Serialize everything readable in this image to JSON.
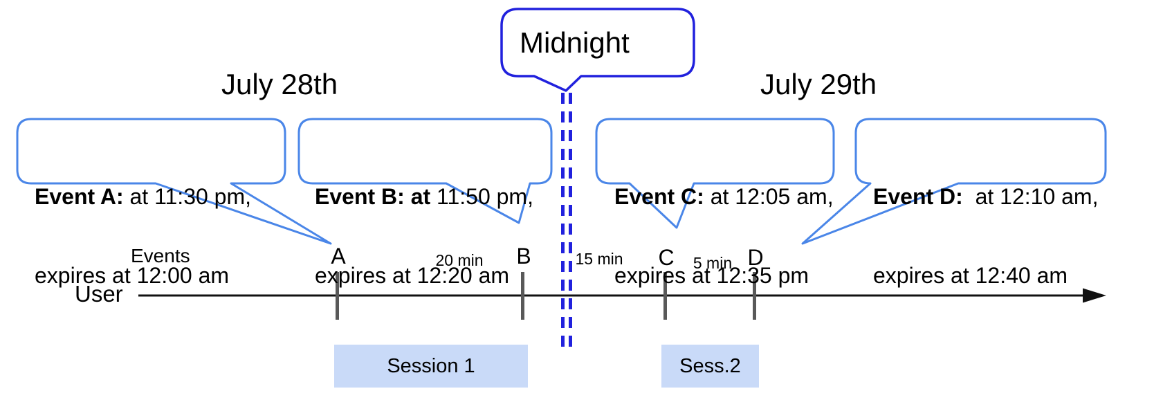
{
  "headings": {
    "left_date": "July 28th",
    "right_date": "July 29th"
  },
  "midnight": {
    "label": "Midnight"
  },
  "events": [
    {
      "id": "A",
      "bold": "Event A:",
      "rest": " at 11:30 pm,",
      "line2": "expires at 12:00 am"
    },
    {
      "id": "B",
      "bold": "Event B: at",
      "rest": " 11:50 pm,",
      "line2": "expires at 12:20 am"
    },
    {
      "id": "C",
      "bold": "Event C:",
      "rest": " at 12:05 am,",
      "line2": "expires at 12:35 pm"
    },
    {
      "id": "D",
      "bold": "Event D:",
      "rest": "  at 12:10 am,",
      "line2": "expires at 12:40 am"
    }
  ],
  "timeline": {
    "events_axis_label": "Events",
    "user_label": "User",
    "ticks": [
      {
        "label": "A"
      },
      {
        "label": "B"
      },
      {
        "label": "C"
      },
      {
        "label": "D"
      }
    ],
    "intervals": [
      {
        "label": "20 min"
      },
      {
        "label": "15 min"
      },
      {
        "label": "5 min"
      }
    ]
  },
  "sessions": [
    {
      "label": "Session 1"
    },
    {
      "label": "Sess.2"
    }
  ],
  "colors": {
    "callout_border": "#4a86e8",
    "midnight_blue": "#2121dd",
    "session_fill": "#c9daf8",
    "tick_gray": "#595959",
    "timeline_color": "#111111",
    "text_color": "#000000"
  }
}
